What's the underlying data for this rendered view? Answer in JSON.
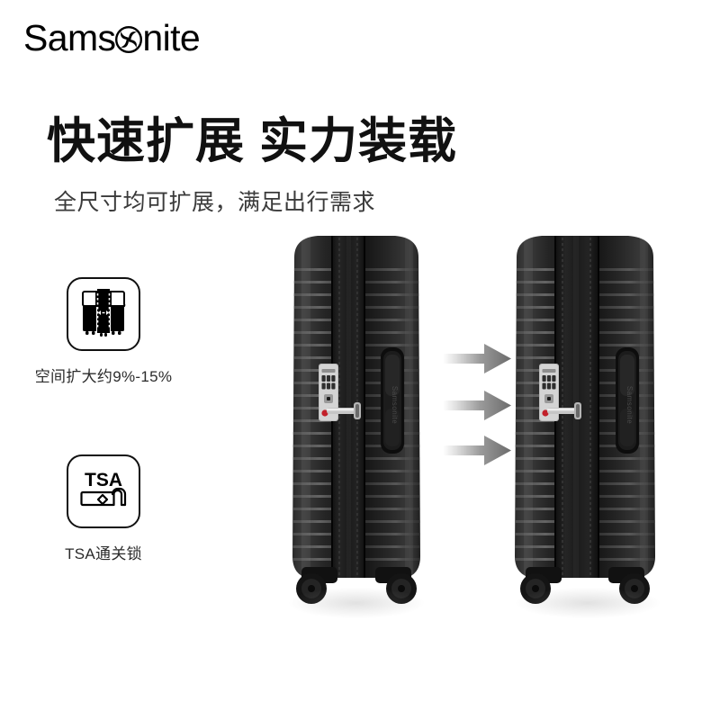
{
  "brand": {
    "name_part1": "Sams",
    "name_mark": "pinwheel-o",
    "name_part2": "nite",
    "full_name": "Samsonite"
  },
  "headline": "快速扩展 实力装载",
  "subheadline": "全尺寸均可扩展，满足出行需求",
  "features": [
    {
      "icon": "expandable-suitcase-icon",
      "label": "空间扩大约9%-15%"
    },
    {
      "icon": "tsa-lock-icon",
      "label": "TSA通关锁",
      "icon_text": "TSA"
    }
  ],
  "arrows": {
    "icon": "arrow-right-icon",
    "count": 3,
    "direction": "right",
    "color_start": "#f2f2f2",
    "color_end": "#6e6e6e"
  },
  "products": [
    {
      "name": "suitcase-collapsed",
      "state": "collapsed",
      "color": "#1a1a1a",
      "features": [
        "tsa-combination-lock",
        "side-handle",
        "spinner-wheels",
        "ribbed-shell"
      ]
    },
    {
      "name": "suitcase-expanded",
      "state": "expanded",
      "color": "#1a1a1a",
      "features": [
        "tsa-combination-lock",
        "side-handle",
        "spinner-wheels",
        "ribbed-shell",
        "expansion-gusset"
      ]
    }
  ],
  "colors": {
    "background": "#ffffff",
    "headline": "#111111",
    "subhead": "#3a3a3a",
    "shell": "#1a1a1a",
    "lock_silver": "#c9c9c9",
    "tsa_red": "#c2202a"
  }
}
